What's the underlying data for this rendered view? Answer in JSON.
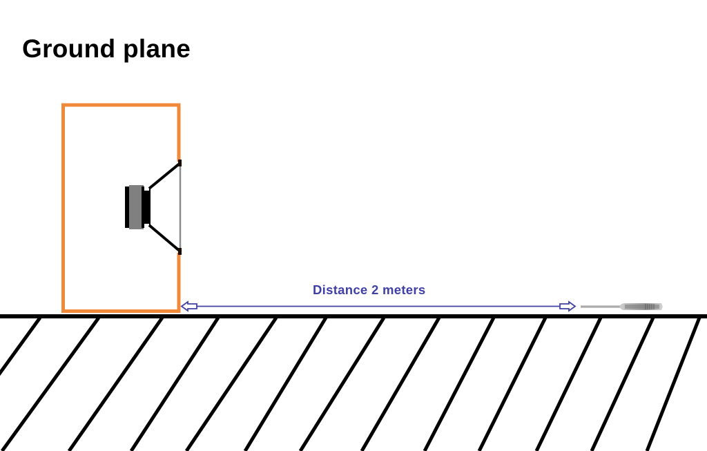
{
  "diagram": {
    "title": "Ground plane",
    "distance_label": "Distance 2 meters",
    "colors": {
      "cabinet_outline": "#f0893a",
      "distance_arrow": "#3f3fa6",
      "ground": "#000000",
      "driver_magnet": "#808080",
      "driver_frame": "#000000",
      "microphone": "#a8a8a8"
    },
    "elements": {
      "speaker_cabinet": "speaker-cabinet",
      "speaker_driver": "speaker-driver",
      "microphone": "measurement-microphone",
      "ground": "ground-plane-hatched"
    }
  }
}
